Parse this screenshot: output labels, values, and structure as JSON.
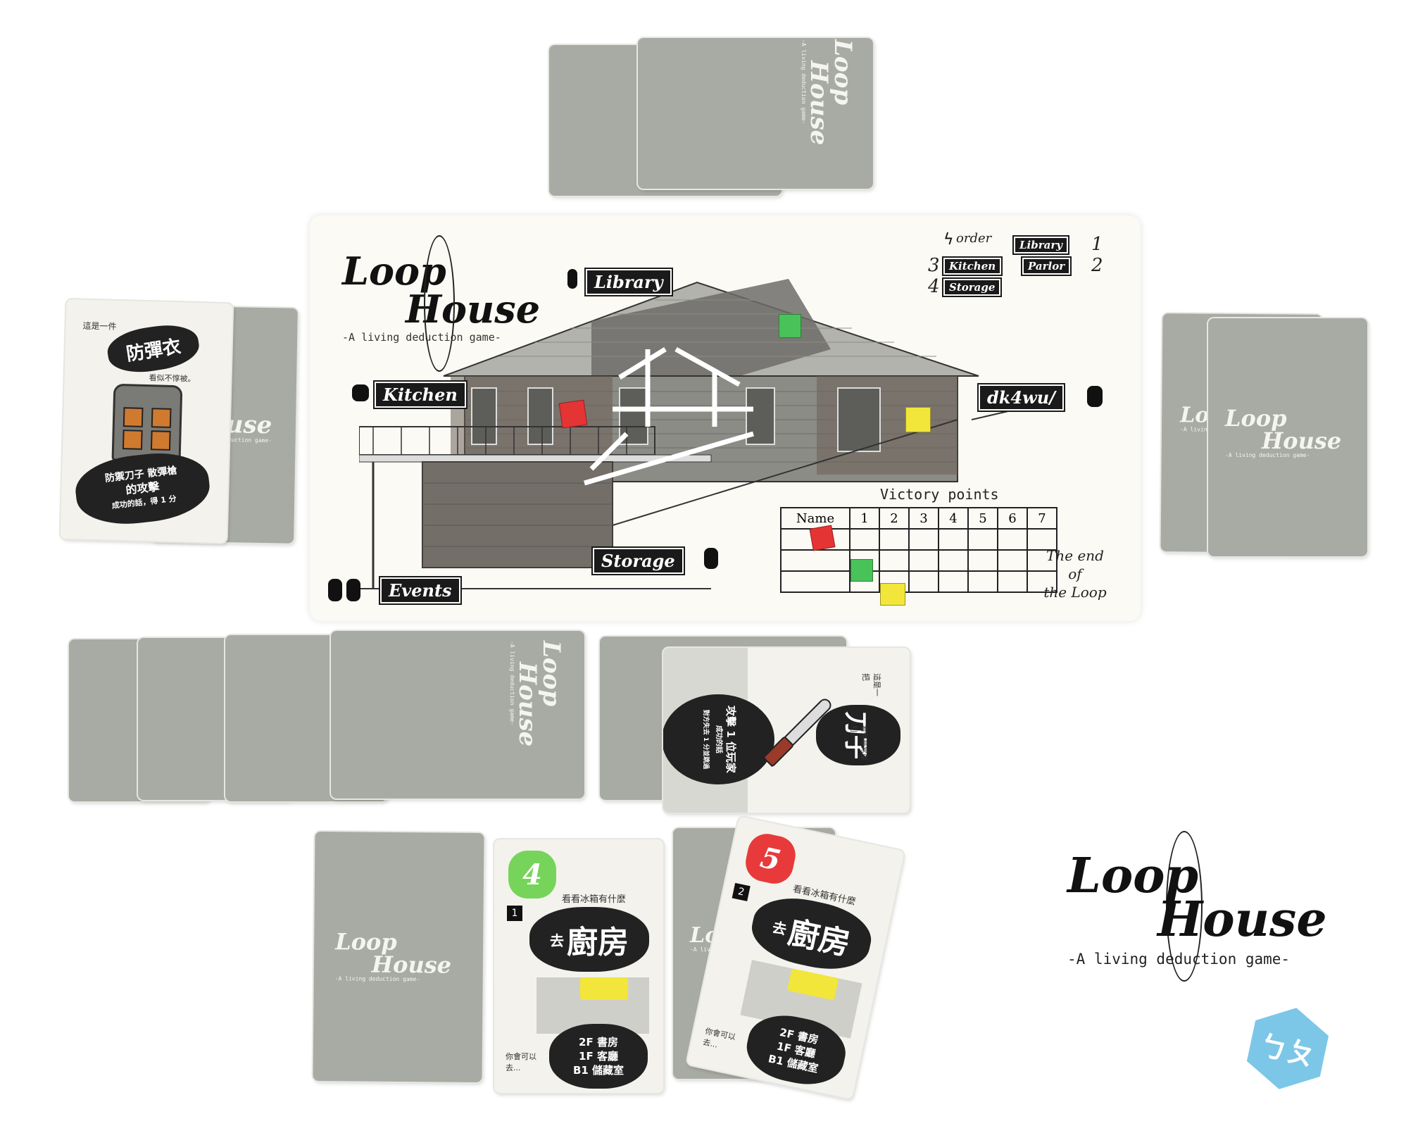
{
  "logo": {
    "line1": "Loop",
    "line2": "House",
    "tagline": "-A living deduction game-"
  },
  "board": {
    "order_label": "order",
    "order": [
      {
        "num": "1",
        "room": "Library"
      },
      {
        "num": "2",
        "room": "Parlor"
      },
      {
        "num": "3",
        "room": "Kitchen"
      },
      {
        "num": "4",
        "room": "Storage"
      }
    ],
    "rooms": {
      "library": "Library",
      "kitchen": "Kitchen",
      "parlor_code": "dk4wu/",
      "storage": "Storage",
      "events": "Events"
    },
    "victory": {
      "title": "Victory points",
      "name_header": "Name",
      "columns": [
        "1",
        "2",
        "3",
        "4",
        "5",
        "6",
        "7"
      ],
      "end_text": [
        "The end",
        "of",
        "the Loop"
      ]
    },
    "pieces": [
      {
        "color": "#49c25a",
        "room": "Library"
      },
      {
        "color": "#e53434",
        "room": "Kitchen"
      },
      {
        "color": "#f2e63a",
        "room": "Parlor"
      }
    ]
  },
  "cards": {
    "vest": {
      "top": "這是一件",
      "title": "防彈衣",
      "sub": "看似不惇被。",
      "bubble": [
        "防禦刀子 散彈槍",
        "的攻擊",
        "成功的話，得 1 分"
      ]
    },
    "knife": {
      "top": "這是一把",
      "title": "刀子",
      "sub": "看似非常犀利。",
      "bubble": [
        "攻擊 1 位玩家",
        "成功的話",
        "對方失去 1 分並跳過"
      ]
    },
    "move4": {
      "number": "4",
      "rank": "1",
      "top": "看看冰箱有什麼",
      "prefix": "去",
      "title": "廚房",
      "note": "你會可以去...",
      "floors": [
        "2F 書房",
        "1F 客廳",
        "B1 儲藏室"
      ]
    },
    "move5": {
      "number": "5",
      "rank": "2",
      "top": "看看冰箱有什麼",
      "prefix": "去",
      "title": "廚房",
      "note": "你會可以去...",
      "floors": [
        "2F 書房",
        "1F 客廳",
        "B1 儲藏室"
      ]
    }
  },
  "colors": {
    "card_back": "#a8aba3",
    "ink": "#1a1a1a",
    "green": "#76d45a",
    "red": "#e83a3a",
    "yellow": "#f2e63a",
    "hex_badge": "#7cc7e8"
  },
  "badge": {
    "text": "ㄅㄆ",
    "icon": "hexagon-logo-icon"
  }
}
